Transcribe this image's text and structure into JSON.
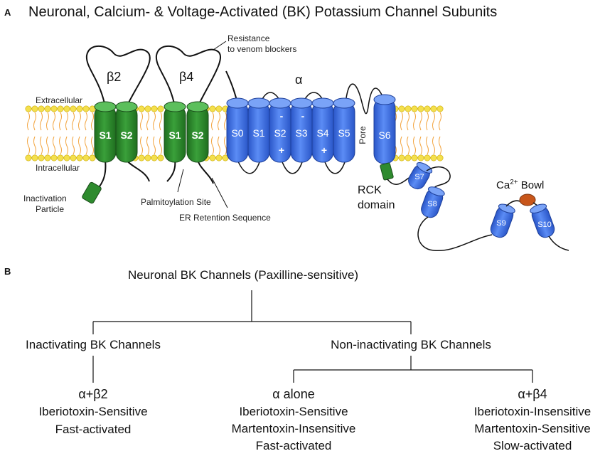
{
  "panel_a": {
    "label": "A",
    "title": "Neuronal, Calcium- & Voltage-Activated (BK) Potassium Channel Subunits",
    "extracellular": "Extracellular",
    "intracellular": "Intracellular",
    "beta2": {
      "name": "β2",
      "s1": "S1",
      "s2": "S2"
    },
    "beta4": {
      "name": "β4",
      "s1": "S1",
      "s2": "S2"
    },
    "resistance": [
      "Resistance",
      "to venom blockers"
    ],
    "inactivation": [
      "Inactivation",
      "Particle"
    ],
    "palmitoylation": "Palmitoylation Site",
    "er_retention": "ER Retention Sequence",
    "alpha": {
      "name": "α",
      "segments": [
        "S0",
        "S1",
        "S2",
        "S3",
        "S4",
        "S5"
      ],
      "pore": "Pore",
      "s6": "S6",
      "minus": "-",
      "plus": "+",
      "rck": [
        "RCK",
        "domain"
      ],
      "s7": "S7",
      "s8": "S8",
      "s9": "S9",
      "s10": "S10",
      "bowl": "Ca",
      "bowl_sup": "2+",
      "bowl_rest": " Bowl"
    },
    "colors": {
      "green": "#2e8b2e",
      "blue": "#3a6fe8",
      "lipid": "#f4e04d",
      "orange": "#c8561a"
    }
  },
  "panel_b": {
    "label": "B",
    "root": "Neuronal BK Channels (Paxilline-sensitive)",
    "inactivating": "Inactivating BK Channels",
    "noninactivating": "Non-inactivating BK Channels",
    "leaf1": {
      "name": "α+β2",
      "lines": [
        "Iberiotoxin-Sensitive",
        "Fast-activated"
      ]
    },
    "leaf2": {
      "name": "α alone",
      "lines": [
        "Iberiotoxin-Sensitive",
        "Martentoxin-Insensitive",
        "Fast-activated"
      ]
    },
    "leaf3": {
      "name": "α+β4",
      "lines": [
        "Iberiotoxin-Insensitive",
        "Martentoxin-Sensitive",
        "Slow-activated"
      ]
    }
  }
}
